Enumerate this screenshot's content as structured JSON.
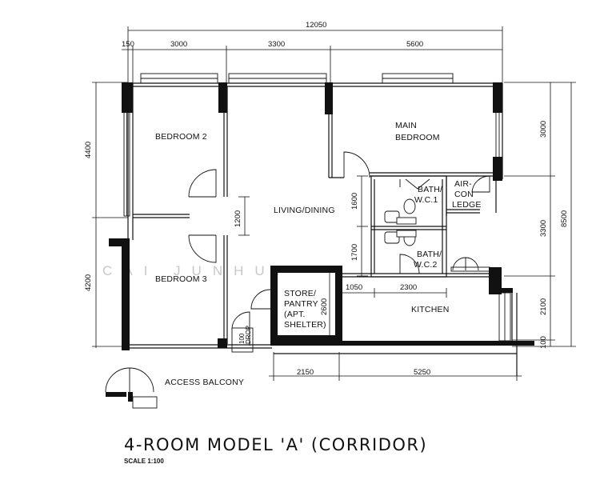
{
  "rooms": {
    "bedroom2": "BEDROOM 2",
    "bedroom3": "BEDROOM 3",
    "main_bedroom_1": "MAIN",
    "main_bedroom_2": "BEDROOM",
    "living_dining": "LIVING/DINING",
    "bath1_1": "BATH/",
    "bath1_2": "W.C.1",
    "bath2_1": "BATH/",
    "bath2_2": "W.C.2",
    "aircon_1": "AIR-",
    "aircon_2": "CON",
    "aircon_3": "LEDGE",
    "store_1": "STORE/",
    "store_2": "PANTRY",
    "store_3": "(APT.",
    "store_4": "SHELTER)",
    "kitchen": "KITCHEN",
    "access_balcony": "ACCESS BALCONY",
    "refuse_1": "100",
    "refuse_2": "DROP"
  },
  "dimensions": {
    "overall_width": "12050",
    "top_150": "150",
    "top_3000": "3000",
    "top_3300": "3300",
    "top_5600": "5600",
    "left_4400": "4400",
    "left_4200": "4200",
    "right_3000": "3000",
    "right_3300": "3300",
    "right_2100": "2100",
    "right_100": "100",
    "right_8500": "8500",
    "door_1200": "1200",
    "bath_1600": "1600",
    "bath_1700": "1700",
    "store_2600": "2600",
    "mid_1050": "1050",
    "mid_2300": "2300",
    "bottom_2150": "2150",
    "bottom_5250": "5250"
  },
  "watermark": "CAI JUNHUI",
  "title": "4-ROOM MODEL 'A' (CORRIDOR)",
  "scale": "SCALE 1:100"
}
